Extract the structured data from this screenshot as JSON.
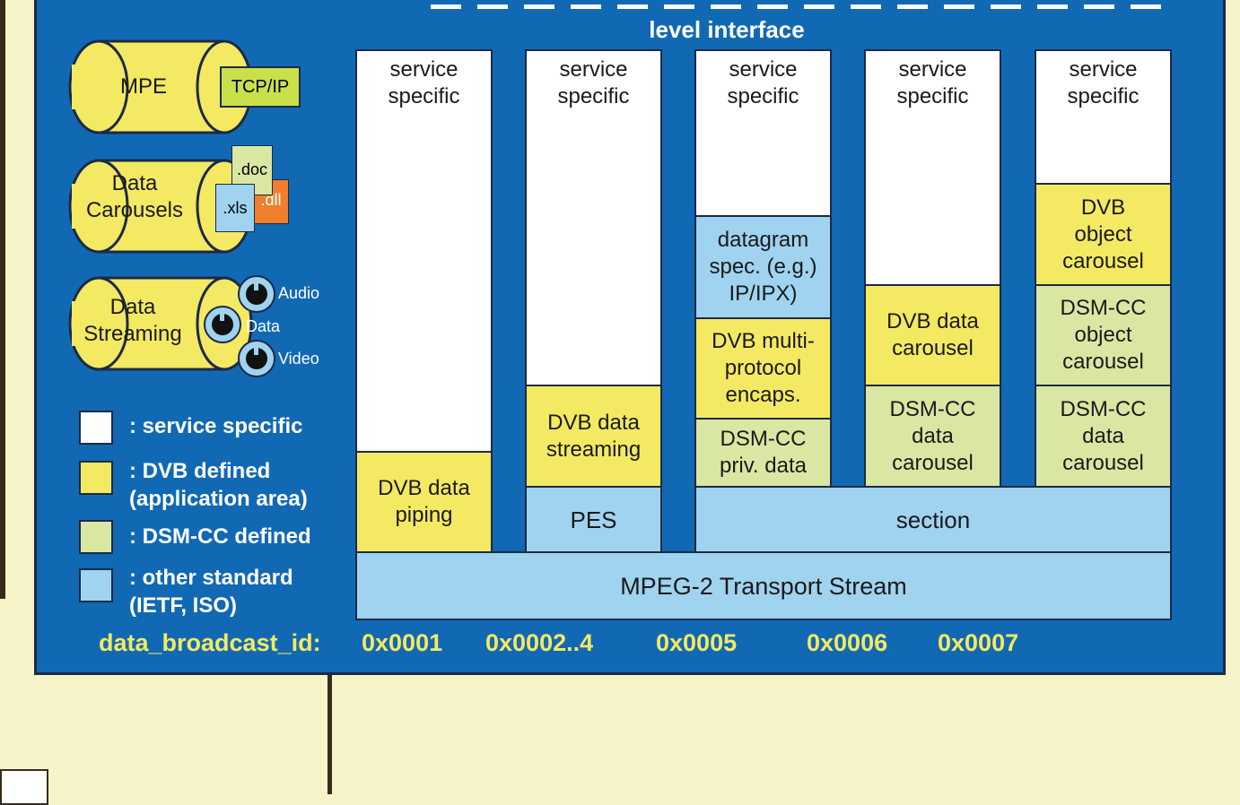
{
  "header": {
    "title": "level interface"
  },
  "icons": {
    "mpe": {
      "label": "MPE",
      "tag": "TCP/IP"
    },
    "carousels": {
      "label": "Data\nCarousels",
      "files": [
        ".doc",
        ".xls",
        ".dll"
      ]
    },
    "streaming": {
      "label": "Data\nStreaming",
      "streams": [
        "Audio",
        "Data",
        "Video"
      ]
    }
  },
  "legend": [
    {
      "text": ": service specific",
      "color": "#ffffff"
    },
    {
      "text": ": DVB defined\n  (application area)",
      "color": "#f4e962"
    },
    {
      "text": ": DSM-CC defined",
      "color": "#d9e7a3"
    },
    {
      "text": ": other standard\n  (IETF, ISO)",
      "color": "#9fd3f0"
    }
  ],
  "stack": {
    "col1": {
      "service": "service\nspecific",
      "dvb": "DVB data\npiping"
    },
    "col2": {
      "service": "service\nspecific",
      "dvb": "DVB data\nstreaming",
      "pes": "PES"
    },
    "col3": {
      "service": "service\nspecific",
      "datagram": "datagram\nspec. (e.g.)\nIP/IPX)",
      "mpe": "DVB multi-\nprotocol\nencaps.",
      "dsmcc": "DSM-CC\npriv. data"
    },
    "col4": {
      "service": "service\nspecific",
      "dvb": "DVB data\ncarousel",
      "dsmcc": "DSM-CC\ndata\ncarousel"
    },
    "col5": {
      "service": "service\nspecific",
      "dvb": "DVB\nobject\ncarousel",
      "dsmcc_obj": "DSM-CC\nobject\ncarousel",
      "dsmcc_data": "DSM-CC\ndata\ncarousel"
    },
    "section": "section",
    "transport": "MPEG-2 Transport Stream"
  },
  "ids": {
    "label": "data_broadcast_id:",
    "values": [
      "0x0001",
      "0x0002..4",
      "0x0005",
      "0x0006",
      "0x0007"
    ]
  }
}
